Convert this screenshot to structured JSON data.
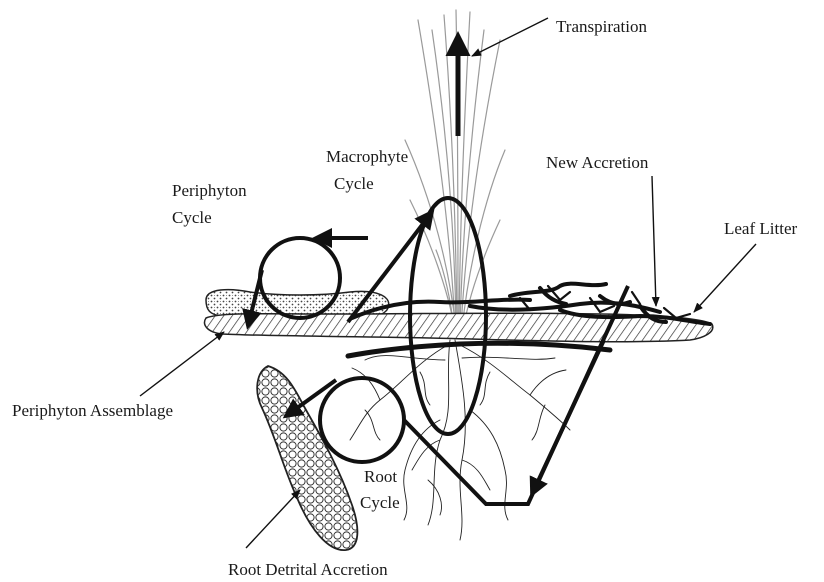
{
  "labels": {
    "transpiration": "Transpiration",
    "macrophyte_line1": "Macrophyte",
    "macrophyte_line2": "Cycle",
    "new_accretion": "New Accretion",
    "periphyton_cycle_line1": "Periphyton",
    "periphyton_cycle_line2": "Cycle",
    "leaf_litter": "Leaf Litter",
    "periphyton_assemblage": "Periphyton Assemblage",
    "root_cycle_line1": "Root",
    "root_cycle_line2": "Cycle",
    "root_detrital_accretion": "Root Detrital Accretion"
  },
  "colors": {
    "ink": "#111111",
    "background": "#ffffff",
    "grass": "#9a9a9a"
  }
}
